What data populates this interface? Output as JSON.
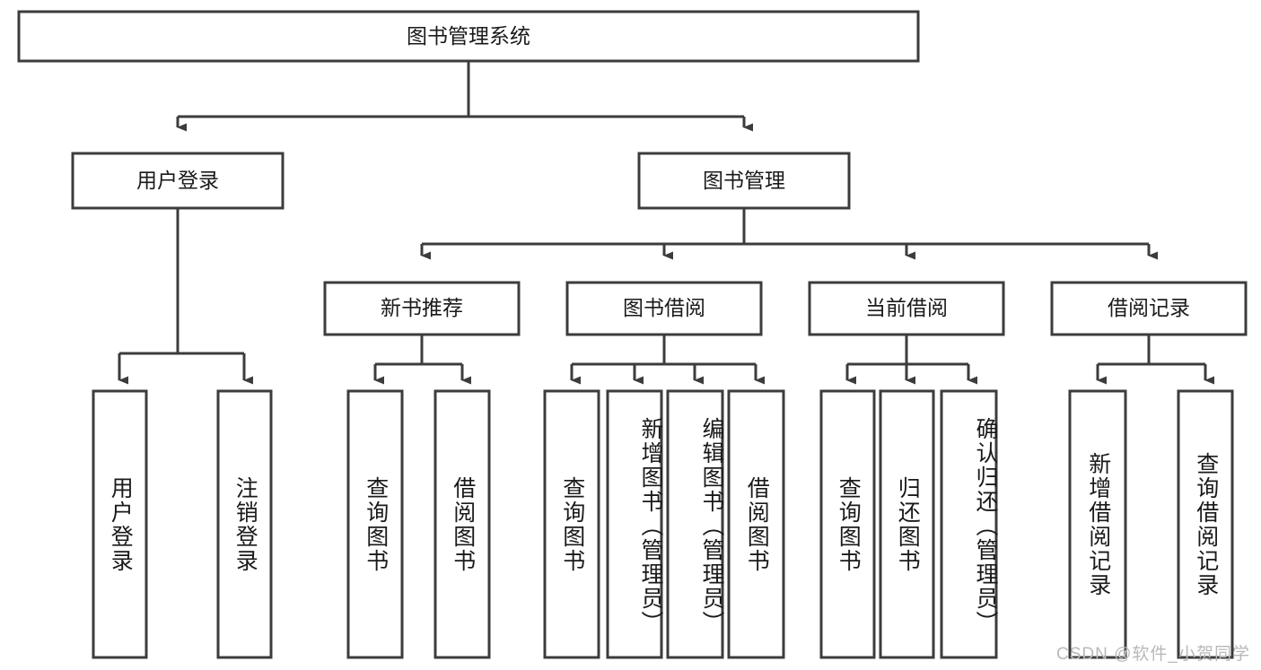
{
  "diagram": {
    "title": "图书管理系统",
    "type": "tree-hierarchy-diagram",
    "colors": {
      "stroke": "#3c3c3c",
      "node_fill": "#ffffff",
      "text": "#1a1a1a",
      "background": "#ffffff",
      "watermark": "#b9b9b9"
    },
    "root": {
      "label": "图书管理系统"
    },
    "level2": [
      {
        "label": "用户登录"
      },
      {
        "label": "图书管理"
      }
    ],
    "level3": [
      {
        "label": "新书推荐"
      },
      {
        "label": "图书借阅"
      },
      {
        "label": "当前借阅"
      },
      {
        "label": "借阅记录"
      }
    ],
    "leaves": {
      "user_login": [
        {
          "label": "用户登录"
        },
        {
          "label": "注销登录"
        }
      ],
      "new_book_recommend": [
        {
          "label": "查询图书"
        },
        {
          "label": "借阅图书"
        }
      ],
      "book_borrow": [
        {
          "label": "查询图书"
        },
        {
          "label": "新增图书（管理员）"
        },
        {
          "label": "编辑图书（管理员）"
        },
        {
          "label": "借阅图书"
        }
      ],
      "current_borrow": [
        {
          "label": "查询图书"
        },
        {
          "label": "归还图书"
        },
        {
          "label": "确认归还（管理员）"
        }
      ],
      "borrow_record": [
        {
          "label": "新增借阅记录"
        },
        {
          "label": "查询借阅记录"
        }
      ]
    }
  },
  "watermark": {
    "text": "CSDN @软件_小贺同学"
  }
}
